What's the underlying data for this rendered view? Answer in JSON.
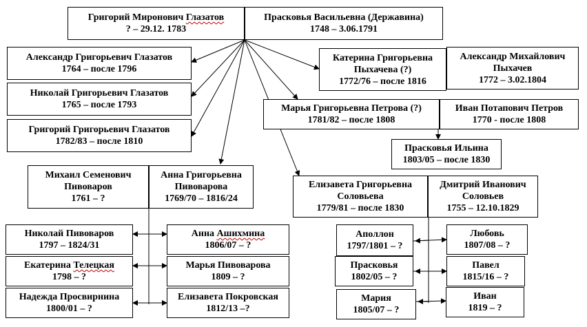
{
  "people": {
    "grigory": {
      "name": "Григорий Миронович Глазатов",
      "name_plain": "Григорий Миронович ",
      "name_wavy": "Глазатов",
      "dates": "? – 29.12. 1783"
    },
    "praskovya_v": {
      "name": "Прасковья Васильевна (Державина)",
      "dates": "1748 – 3.06.1791"
    },
    "alexander_g": {
      "name": "Александр Григорьевич Глазатов",
      "dates": "1764 – после 1796"
    },
    "nikolay_g": {
      "name": "Николай Григорьевич Глазатов",
      "dates": "1765 – после 1793"
    },
    "grigory_g": {
      "name": "Григорий Григорьевич Глазатов",
      "dates": "1782/83 – после 1810"
    },
    "katerina": {
      "name_line1": "Катерина Григорьевна",
      "name_line2": "Пыхачева (?)",
      "dates": "1772/76 – после 1816"
    },
    "alexander_p": {
      "name_line1": "Александр Михайлович",
      "name_line2": "Пыхачев",
      "dates": "1772 – 3.02.1804"
    },
    "marya_p": {
      "name": "Марья Григорьевна Петрова (?)",
      "dates": "1781/82 – после 1808"
    },
    "ivan_p": {
      "name": "Иван Потапович Петров",
      "dates": "1770 - после 1808"
    },
    "praskovya_i": {
      "name": "Прасковья Ильина",
      "dates": "1803/05 – после 1830"
    },
    "mikhail": {
      "name_line1": "Михаил Семенович",
      "name_line2": "Пивоваров",
      "dates": "1761 – ?"
    },
    "anna_p": {
      "name_line1": "Анна Григорьевна",
      "name_line2": "Пивоварова",
      "dates": "1769/70 – 1816/24"
    },
    "elizaveta_s": {
      "name_line1": "Елизавета Григорьевна",
      "name_line2": "Соловьева",
      "dates": "1779/81 – после 1830"
    },
    "dmitry": {
      "name_line1": "Дмитрий Иванович",
      "name_line2": "Соловьев",
      "dates": "1755 – 12.10.1829"
    },
    "nikolay_piv": {
      "name": "Николай Пивоваров",
      "dates": "1797 – 1824/31"
    },
    "anna_a": {
      "name_plain": "Анна ",
      "name_wavy": "Ашихмина",
      "dates": "1806/07 – ?"
    },
    "ekaterina": {
      "name_plain": "Екатерина ",
      "name_wavy": "Телецкая",
      "dates": "1798 – ?"
    },
    "marya_piv": {
      "name": "Марья Пивоварова",
      "dates": "1809 – ?"
    },
    "nadezhda": {
      "name": "Надежда Просвирнина",
      "dates": "1800/01 – ?"
    },
    "elizaveta_pok": {
      "name": "Елизавета Покровская",
      "dates": "1812/13 –?"
    },
    "apollon": {
      "name": "Аполлон",
      "dates": "1797/1801 – ?"
    },
    "lyubov": {
      "name": "Любовь",
      "dates": "1807/08 – ?"
    },
    "praskovya_s": {
      "name": "Прасковья",
      "dates": "1802/05 – ?"
    },
    "pavel": {
      "name": "Павел",
      "dates": "1815/16 – ?"
    },
    "mariya": {
      "name": "Мария",
      "dates": "1805/07 – ?"
    },
    "ivan_s": {
      "name": "Иван",
      "dates": "1819 – ?"
    }
  }
}
